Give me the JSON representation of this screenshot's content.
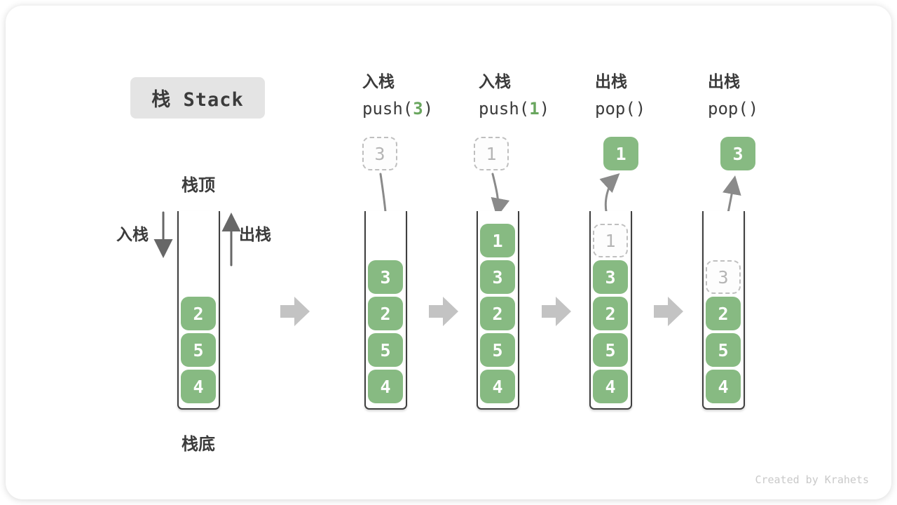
{
  "title": "栈 Stack",
  "watermark": "Created by Krahets",
  "annotations": {
    "stack_top": "栈顶",
    "stack_bottom": "栈底",
    "push_label": "入栈",
    "pop_label": "出栈"
  },
  "operations": [
    {
      "name": "入栈",
      "code": [
        "push(",
        "3",
        ")"
      ]
    },
    {
      "name": "入栈",
      "code": [
        "push(",
        "1",
        ")"
      ]
    },
    {
      "name": "出栈",
      "code": [
        "pop(",
        "",
        ")"
      ]
    },
    {
      "name": "出栈",
      "code": [
        "pop(",
        "",
        ")"
      ]
    }
  ],
  "stacks": [
    {
      "name": "stack-initial",
      "cells": [
        {
          "slot": 2,
          "value": "2"
        },
        {
          "slot": 3,
          "value": "5"
        },
        {
          "slot": 4,
          "value": "4"
        }
      ]
    },
    {
      "name": "stack-push-3",
      "top_box": {
        "value": "3",
        "ghost": true
      },
      "cells": [
        {
          "slot": 1,
          "value": "3"
        },
        {
          "slot": 2,
          "value": "2"
        },
        {
          "slot": 3,
          "value": "5"
        },
        {
          "slot": 4,
          "value": "4"
        }
      ]
    },
    {
      "name": "stack-push-1",
      "top_box": {
        "value": "1",
        "ghost": true
      },
      "cells": [
        {
          "slot": 0,
          "value": "1"
        },
        {
          "slot": 1,
          "value": "3"
        },
        {
          "slot": 2,
          "value": "2"
        },
        {
          "slot": 3,
          "value": "5"
        },
        {
          "slot": 4,
          "value": "4"
        }
      ]
    },
    {
      "name": "stack-pop-1",
      "top_box": {
        "value": "1",
        "ghost": false
      },
      "cells": [
        {
          "slot": 0,
          "value": "1",
          "ghost": true
        },
        {
          "slot": 1,
          "value": "3"
        },
        {
          "slot": 2,
          "value": "2"
        },
        {
          "slot": 3,
          "value": "5"
        },
        {
          "slot": 4,
          "value": "4"
        }
      ]
    },
    {
      "name": "stack-pop-3",
      "top_box": {
        "value": "3",
        "ghost": false
      },
      "cells": [
        {
          "slot": 1,
          "value": "3",
          "ghost": true
        },
        {
          "slot": 2,
          "value": "2"
        },
        {
          "slot": 3,
          "value": "5"
        },
        {
          "slot": 4,
          "value": "4"
        }
      ]
    }
  ],
  "colors": {
    "box_green": "#87ba82",
    "code_green": "#69a65e",
    "text_dark": "#3b3b3b",
    "arrow_gray": "#8a8a8a",
    "block_arrow_gray": "#c3c3c3",
    "ghost_border": "#bfbfbf",
    "ghost_text": "#b5b5b5",
    "title_bg": "#e4e4e4",
    "watermark_gray": "#c9c9c9"
  }
}
